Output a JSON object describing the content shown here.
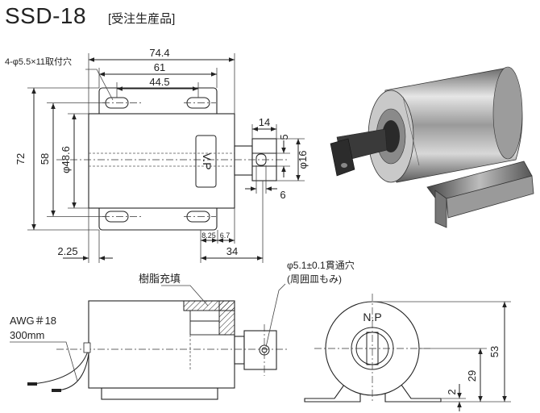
{
  "header": {
    "model": "SSD-18",
    "note": "[受注生産品]"
  },
  "top_view": {
    "mount_holes_label": "4-φ5.5×11取付穴",
    "dim_overall_width": "74.4",
    "dim_hole_pitch": "61",
    "dim_inner_width": "44.5",
    "dim_height": "72",
    "dim_hole_pitch_v": "58",
    "dim_body_dia": "φ48.6",
    "dim_plunger_len": "14",
    "dim_slot": "5",
    "dim_plunger_dia": "φ16",
    "dim_pin": "6",
    "dim_small_a": "8.25",
    "dim_small_b": "6.7",
    "dim_stroke_total": "34",
    "dim_base_offset": "2.25",
    "label_vp": "V.P"
  },
  "side_view": {
    "resin_label": "樹脂充填",
    "hole_label": "φ5.1±0.1貫通穴",
    "hole_note": "(周囲皿もみ)",
    "wire_label": "AWG＃18",
    "wire_len": "300mm"
  },
  "end_view": {
    "label_np": "N.P",
    "dim_height": "53",
    "dim_center": "29",
    "dim_base": "2"
  }
}
